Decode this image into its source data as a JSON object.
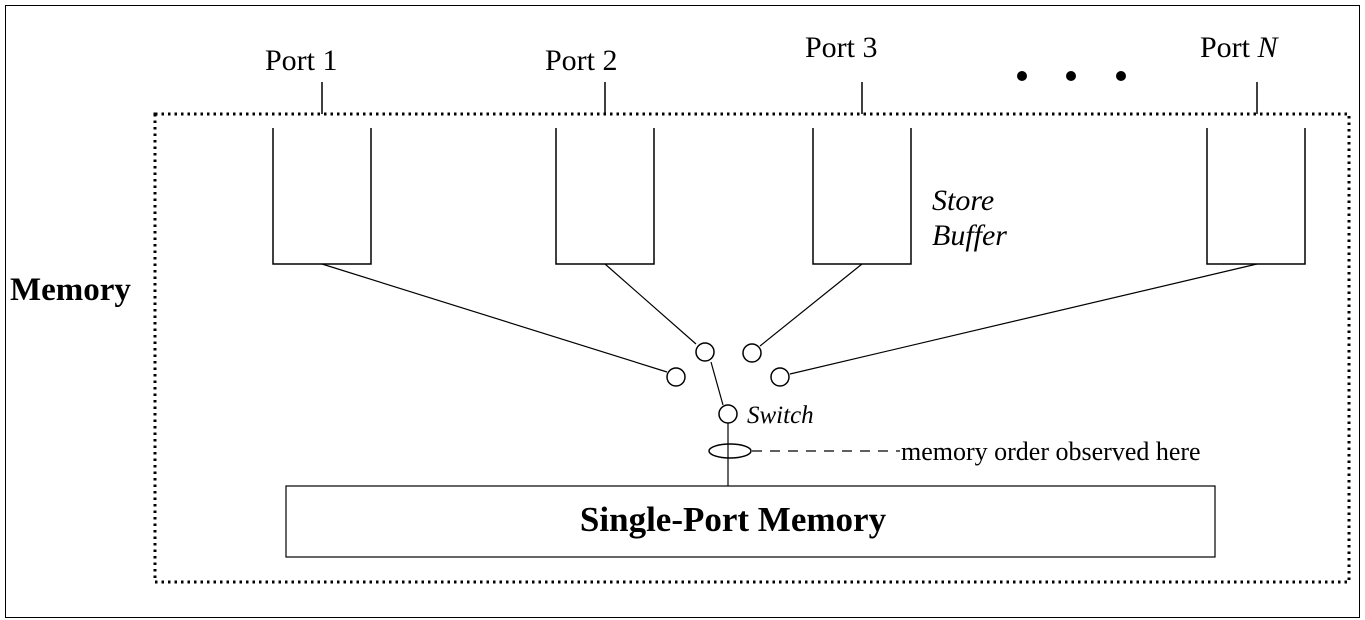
{
  "diagram": {
    "outer_label": "Memory",
    "ports": [
      {
        "prefix": "Port ",
        "id": "1"
      },
      {
        "prefix": "Port ",
        "id": "2"
      },
      {
        "prefix": "Port ",
        "id": "3"
      },
      {
        "prefix": "Port ",
        "id": "N"
      }
    ],
    "ellipsis_dots": 3,
    "store_buffer_label_line1": "Store",
    "store_buffer_label_line2": "Buffer",
    "switch_label": "Switch",
    "order_annotation": "memory order observed here",
    "memory_block_label": "Single-Port Memory",
    "colors": {
      "stroke": "#000000",
      "background": "#ffffff"
    }
  }
}
